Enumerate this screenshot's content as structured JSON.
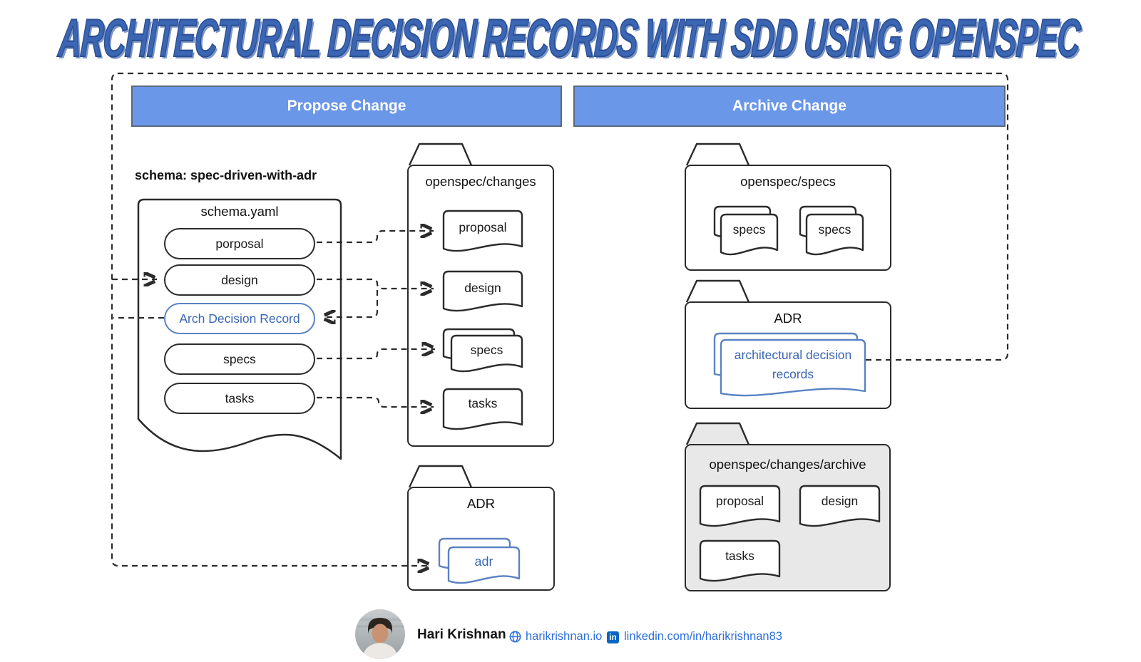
{
  "title": "ARCHITECTURAL DECISION RECORDS WITH SDD USING OPENSPEC",
  "colors": {
    "header_bar_blue": "#6b97e8",
    "title_blue": "#3b66b4",
    "adr_text_blue": "#3a66b0",
    "adr_border_blue": "#5b82c4",
    "link_blue": "#2e6fdb",
    "linkedin_blue": "#0a66c2",
    "archive_folder_gray": "#e8e8e8",
    "line_color": "#2b2b2b"
  },
  "headers": {
    "propose": "Propose Change",
    "archive": "Archive Change"
  },
  "propose_section": {
    "schema_heading": "schema: spec-driven-with-adr",
    "schema_doc": {
      "title": "schema.yaml",
      "fields": [
        "porposal",
        "design",
        "Arch Decision Record",
        "specs",
        "tasks"
      ]
    },
    "changes_folder": {
      "title": "openspec/changes",
      "docs": [
        "proposal",
        "design",
        "specs",
        "tasks"
      ]
    },
    "adr_folder": {
      "title": "ADR",
      "doc": "adr"
    }
  },
  "archive_section": {
    "specs_folder": {
      "title": "openspec/specs",
      "docs": [
        "specs",
        "specs"
      ]
    },
    "adr_folder": {
      "title": "ADR",
      "doc": "architectural decision records"
    },
    "archive_folder": {
      "title": "openspec/changes/archive",
      "docs": [
        "proposal",
        "design",
        "tasks"
      ]
    }
  },
  "footer": {
    "name": "Hari Krishnan",
    "website": "harikrishnan.io",
    "linkedin": "linkedin.com/in/harikrishnan83",
    "icons": {
      "website": "globe-icon",
      "linkedin": "linkedin-icon"
    }
  }
}
